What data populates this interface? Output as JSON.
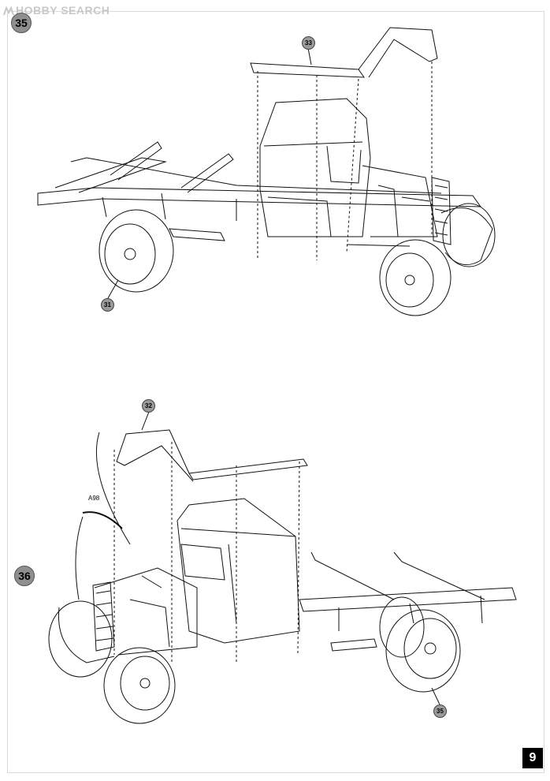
{
  "watermark": {
    "logo_text": "HOBBY SEARCH",
    "icon": "hobbysearch-logo-icon"
  },
  "steps": [
    {
      "number": "35",
      "callouts": [
        "33",
        "31"
      ]
    },
    {
      "number": "36",
      "callouts": [
        "32",
        "35"
      ],
      "part_label": "A98"
    }
  ],
  "page_number": "9"
}
